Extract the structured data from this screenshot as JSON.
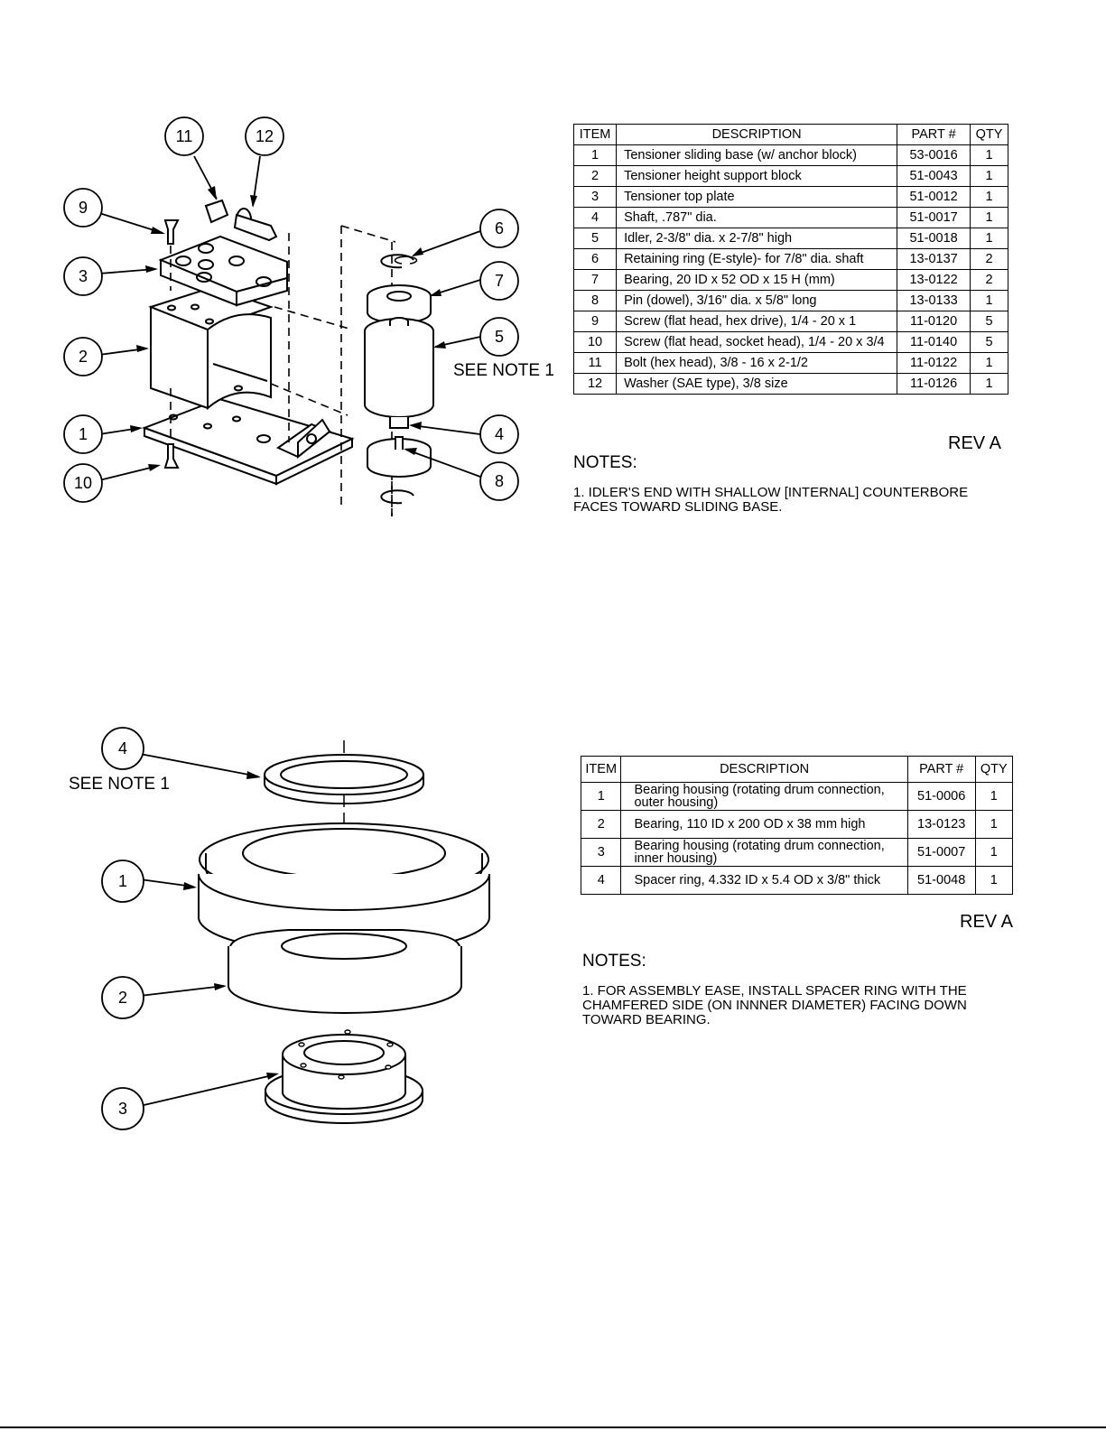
{
  "tensioner": {
    "callouts": [
      "11",
      "12",
      "9",
      "6",
      "3",
      "7",
      "2",
      "5",
      "1",
      "4",
      "10",
      "8"
    ],
    "see_note": "SEE NOTE 1",
    "table": {
      "headers": [
        "ITEM",
        "DESCRIPTION",
        "PART #",
        "QTY"
      ],
      "rows": [
        [
          "1",
          "Tensioner sliding base (w/ anchor block)",
          "53-0016",
          "1"
        ],
        [
          "2",
          "Tensioner height support block",
          "51-0043",
          "1"
        ],
        [
          "3",
          "Tensioner top plate",
          "51-0012",
          "1"
        ],
        [
          "4",
          "Shaft, .787\" dia.",
          "51-0017",
          "1"
        ],
        [
          "5",
          "Idler,  2-3/8\" dia. x  2-7/8\" high",
          "51-0018",
          "1"
        ],
        [
          "6",
          "Retaining ring (E-style)-  for 7/8\" dia. shaft",
          "13-0137",
          "2"
        ],
        [
          "7",
          "Bearing, 20 ID x 52 OD x 15 H (mm)",
          "13-0122",
          "2"
        ],
        [
          "8",
          "Pin (dowel), 3/16\" dia. x 5/8\" long",
          "13-0133",
          "1"
        ],
        [
          "9",
          "Screw (flat head, hex drive), 1/4 - 20 x 1",
          "11-0120",
          "5"
        ],
        [
          "10",
          "Screw (flat head, socket head), 1/4 - 20 x 3/4",
          "11-0140",
          "5"
        ],
        [
          "11",
          "Bolt (hex head), 3/8 - 16 x 2-1/2",
          "11-0122",
          "1"
        ],
        [
          "12",
          "Washer (SAE type), 3/8 size",
          "11-0126",
          "1"
        ]
      ]
    },
    "rev": "REV A",
    "notes_title": "NOTES:",
    "note_1_line1": "1.  IDLER'S END WITH SHALLOW  [INTERNAL] COUNTERBORE",
    "note_1_line2": "FACES TOWARD SLIDING BASE."
  },
  "bearing": {
    "callouts": [
      "4",
      "1",
      "2",
      "3"
    ],
    "see_note": "SEE NOTE 1",
    "table": {
      "headers": [
        "ITEM",
        "DESCRIPTION",
        "PART #",
        "QTY"
      ],
      "rows": [
        [
          "1",
          "Bearing housing (rotating drum connection, outer housing)",
          "51-0006",
          "1"
        ],
        [
          "2",
          "Bearing, 110 ID x 200 OD x 38 mm high",
          "13-0123",
          "1"
        ],
        [
          "3",
          "Bearing housing (rotating drum connection, inner housing)",
          "51-0007",
          "1"
        ],
        [
          "4",
          "Spacer ring, 4.332 ID x 5.4 OD x 3/8\" thick",
          "51-0048",
          "1"
        ]
      ]
    },
    "rev": "REV A",
    "notes_title": "NOTES:",
    "note_1_line1": "1.  FOR ASSEMBLY EASE, INSTALL SPACER RING WITH THE",
    "note_1_line2": "CHAMFERED SIDE (ON INNNER DIAMETER) FACING DOWN",
    "note_1_line3": "TOWARD BEARING."
  }
}
